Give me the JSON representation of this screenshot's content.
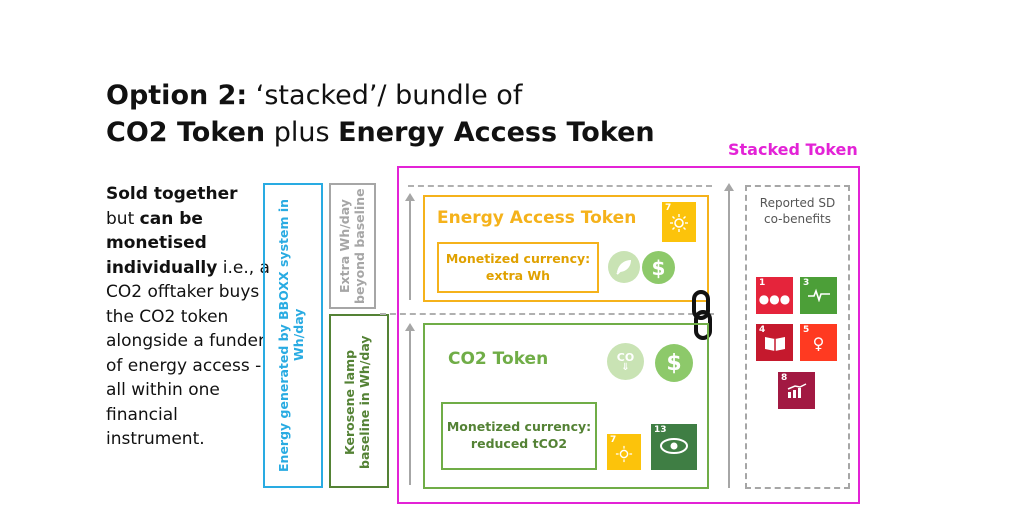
{
  "title": {
    "line1_bold": "Option 2:",
    "line1_rest": " ‘stacked’/ bundle of",
    "line2_bold_a": "CO2 Token",
    "line2_mid": " plus ",
    "line2_bold_b": "Energy Access Token"
  },
  "description": {
    "p1_bold": "Sold together",
    "p2": "but ",
    "p3_bold": "can be monetised individually",
    "p4": " i.e., a CO2 offtaker buys the CO2 token alongside a funder of energy access - all within one financial instrument."
  },
  "bars": {
    "energy_generated": "Energy generated by BBOXX system in Wh/day",
    "extra": "Extra Wh/day beyond baseline",
    "kerosene": "Kerosene lamp baseline in Wh/day"
  },
  "stacked_label": "Stacked Token",
  "energy_token": {
    "title": "Energy Access Token",
    "currency_line1": "Monetized currency:",
    "currency_line2": "extra Wh",
    "sdg_number": "7"
  },
  "co2_token": {
    "title": "CO2 Token",
    "co2_icon_text": "CO",
    "currency_line1": "Monetized currency:",
    "currency_line2": "reduced tCO2",
    "sdg_numbers": [
      "7",
      "13"
    ]
  },
  "co_benefits": {
    "line1": "Reported SD",
    "line2": "co-benefits",
    "sdgs": [
      {
        "num": "1",
        "color": "#e5243b"
      },
      {
        "num": "3",
        "color": "#4c9f38"
      },
      {
        "num": "4",
        "color": "#c5192d"
      },
      {
        "num": "5",
        "color": "#ff3a21"
      },
      {
        "num": "8",
        "color": "#a21942"
      }
    ]
  },
  "colors": {
    "energy_blue": "#29abe2",
    "stacked_magenta": "#e323d6",
    "energy_yellow": "#f5b21b",
    "co2_green": "#70ad47",
    "kerosene_green": "#548235",
    "sdg7_yellow": "#fcc30b",
    "sdg13_green": "#3f7e44"
  },
  "icons": [
    "plug-leaf-icon",
    "dollar-coin-icon",
    "co2-cloud-icon",
    "chain-link-icon",
    "sun-icon",
    "eye-icon"
  ]
}
